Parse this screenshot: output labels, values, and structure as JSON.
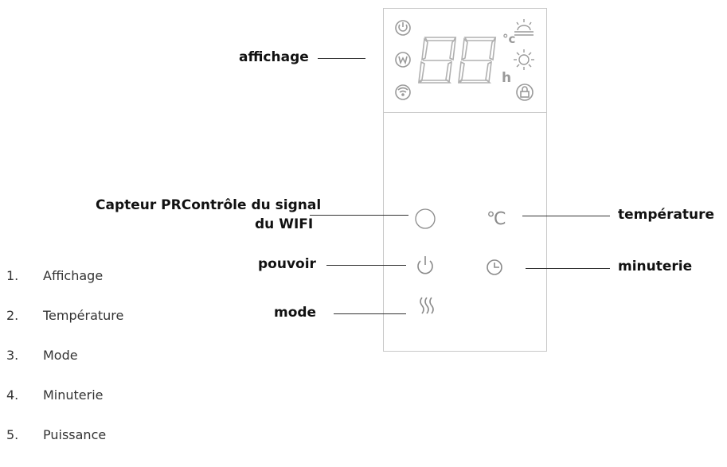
{
  "labels": {
    "affichage": "affichage",
    "capteur_line1": "Capteur PRContrôle du signal",
    "capteur_line2": "du WIFI",
    "temperature": "température",
    "pouvoir": "pouvoir",
    "minuterie": "minuterie",
    "mode": "mode"
  },
  "display": {
    "digits": "88",
    "unit_c": "°c",
    "unit_h": "h",
    "icons": [
      "power-icon",
      "w-mode-icon",
      "wifi-icon",
      "sunrise-icon",
      "sun-icon",
      "lock-icon"
    ]
  },
  "buttons": {
    "temperature_symbol": "℃",
    "icons": [
      "pr-sensor-circle-icon",
      "power-button-icon",
      "clock-timer-icon",
      "mode-waves-icon"
    ]
  },
  "list": [
    {
      "num": "1.",
      "text": "Affichage"
    },
    {
      "num": "2.",
      "text": "Température"
    },
    {
      "num": "3.",
      "text": "Mode"
    },
    {
      "num": "4.",
      "text": "Minuterie"
    },
    {
      "num": "5.",
      "text": "Puissance"
    }
  ],
  "colors": {
    "panel_border": "#c8c8c8",
    "icon_grey": "#9a9a9a",
    "label": "#111111"
  }
}
